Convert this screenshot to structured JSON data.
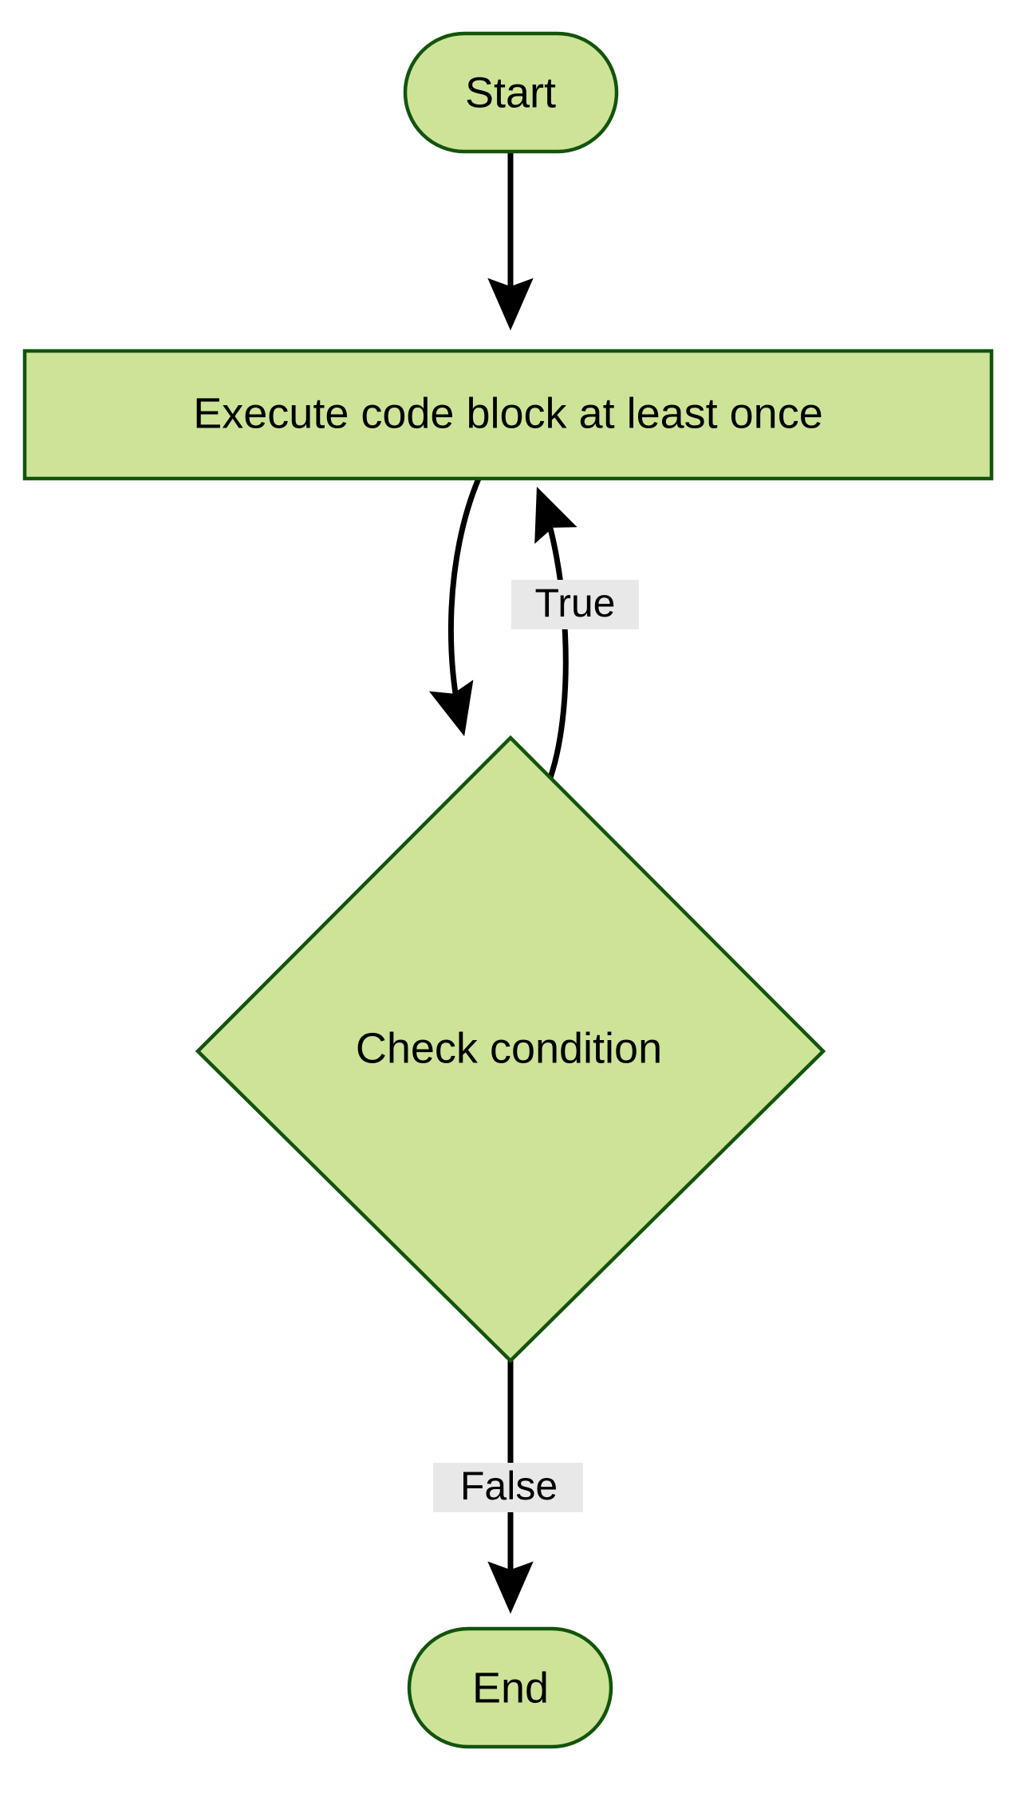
{
  "diagram": {
    "type": "flowchart",
    "direction": "top-to-bottom",
    "title": "",
    "theme": {
      "node_fill": "#cde498",
      "node_stroke": "#13540c",
      "edge_stroke": "#000000",
      "edge_label_bg": "#e8e8e8",
      "text_color": "#000000",
      "background": "#ffffff"
    },
    "nodes": [
      {
        "id": "start",
        "label": "Start",
        "shape": "stadium"
      },
      {
        "id": "execute",
        "label": "Execute code block at least once",
        "shape": "rectangle"
      },
      {
        "id": "condition",
        "label": "Check condition",
        "shape": "diamond"
      },
      {
        "id": "end",
        "label": "End",
        "shape": "stadium"
      }
    ],
    "edges": [
      {
        "from": "start",
        "to": "execute",
        "label": "",
        "style": "straight"
      },
      {
        "from": "execute",
        "to": "condition",
        "label": "",
        "style": "curved"
      },
      {
        "from": "condition",
        "to": "execute",
        "label": "True",
        "style": "curved"
      },
      {
        "from": "condition",
        "to": "end",
        "label": "False",
        "style": "straight"
      }
    ]
  }
}
